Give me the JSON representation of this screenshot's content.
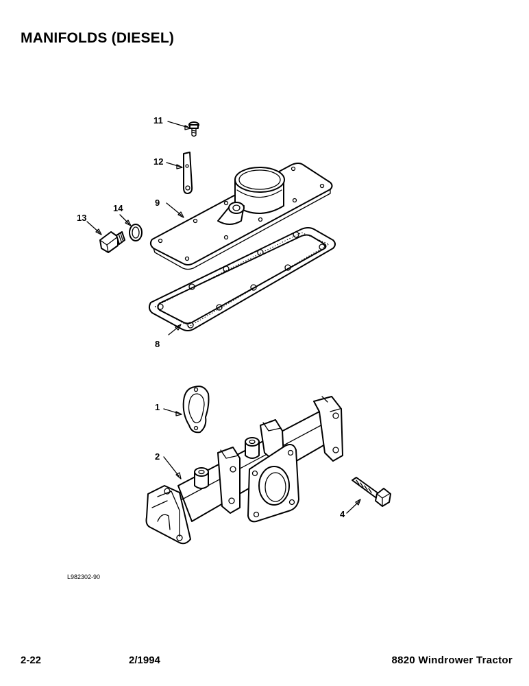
{
  "title": "MANIFOLDS (DIESEL)",
  "callouts": {
    "c1": "1",
    "c2": "2",
    "c4": "4",
    "c8": "8",
    "c9": "9",
    "c11": "11",
    "c12": "12",
    "c13": "13",
    "c14": "14"
  },
  "figure_code": "L982302-90",
  "footer": {
    "page": "2-22",
    "date": "2/1994",
    "model": "8820 Windrower Tractor"
  }
}
